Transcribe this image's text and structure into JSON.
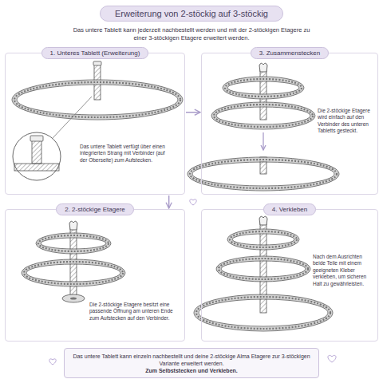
{
  "diagram": {
    "title": "Erweiterung von 2-stöckig auf 3-stöckig",
    "nodes": [
      {
        "text": [
          "1. Unteres Tablett (Erweiterung)",
          "Das untere Tablett verfügt über einen integrierten Strang mit Verbinder (auf der Oberseite) zum Aufstecken."
        ]
      },
      {
        "text": [
          "3. Zusammenstecken",
          "Die 2-stöckige Etagere wird einfach auf den Verbinder des unteren Tabletts gesteckt."
        ]
      },
      {
        "text": [
          "2. 2-stöckige Etagere",
          "Die 2-stöckige Etagere besitzt eine passende Öffnung am unteren Ende zum Aufstecken auf den Verbinder."
        ]
      },
      {
        "text": [
          "4. Verkleben",
          "Nach dem Ausrichten beide Teile mit einem geeigneten Kleber verkleben, um sicheren Halt zu gewährleisten."
        ]
      },
      {
        "text": [
          "Das untere Tablett kann einzeln nachbestellt und deine 2-stöckige Alma Etagere zur 3-stöckigen Variante erweitert werden.",
          "Zum Selbststecken und Verkleben."
        ]
      }
    ],
    "edges": [
      {
        "from": 0,
        "to": 1,
        "arrow": "to"
      },
      {
        "from": 0,
        "to": 2,
        "arrow": "to"
      }
    ],
    "labels": [
      "Das untere Tablett kann jederzeit nachbestellt werden und mit der 2-stöckigen Etagere zu einer 3-stöckigen Etagere erweitert werden."
    ]
  }
}
